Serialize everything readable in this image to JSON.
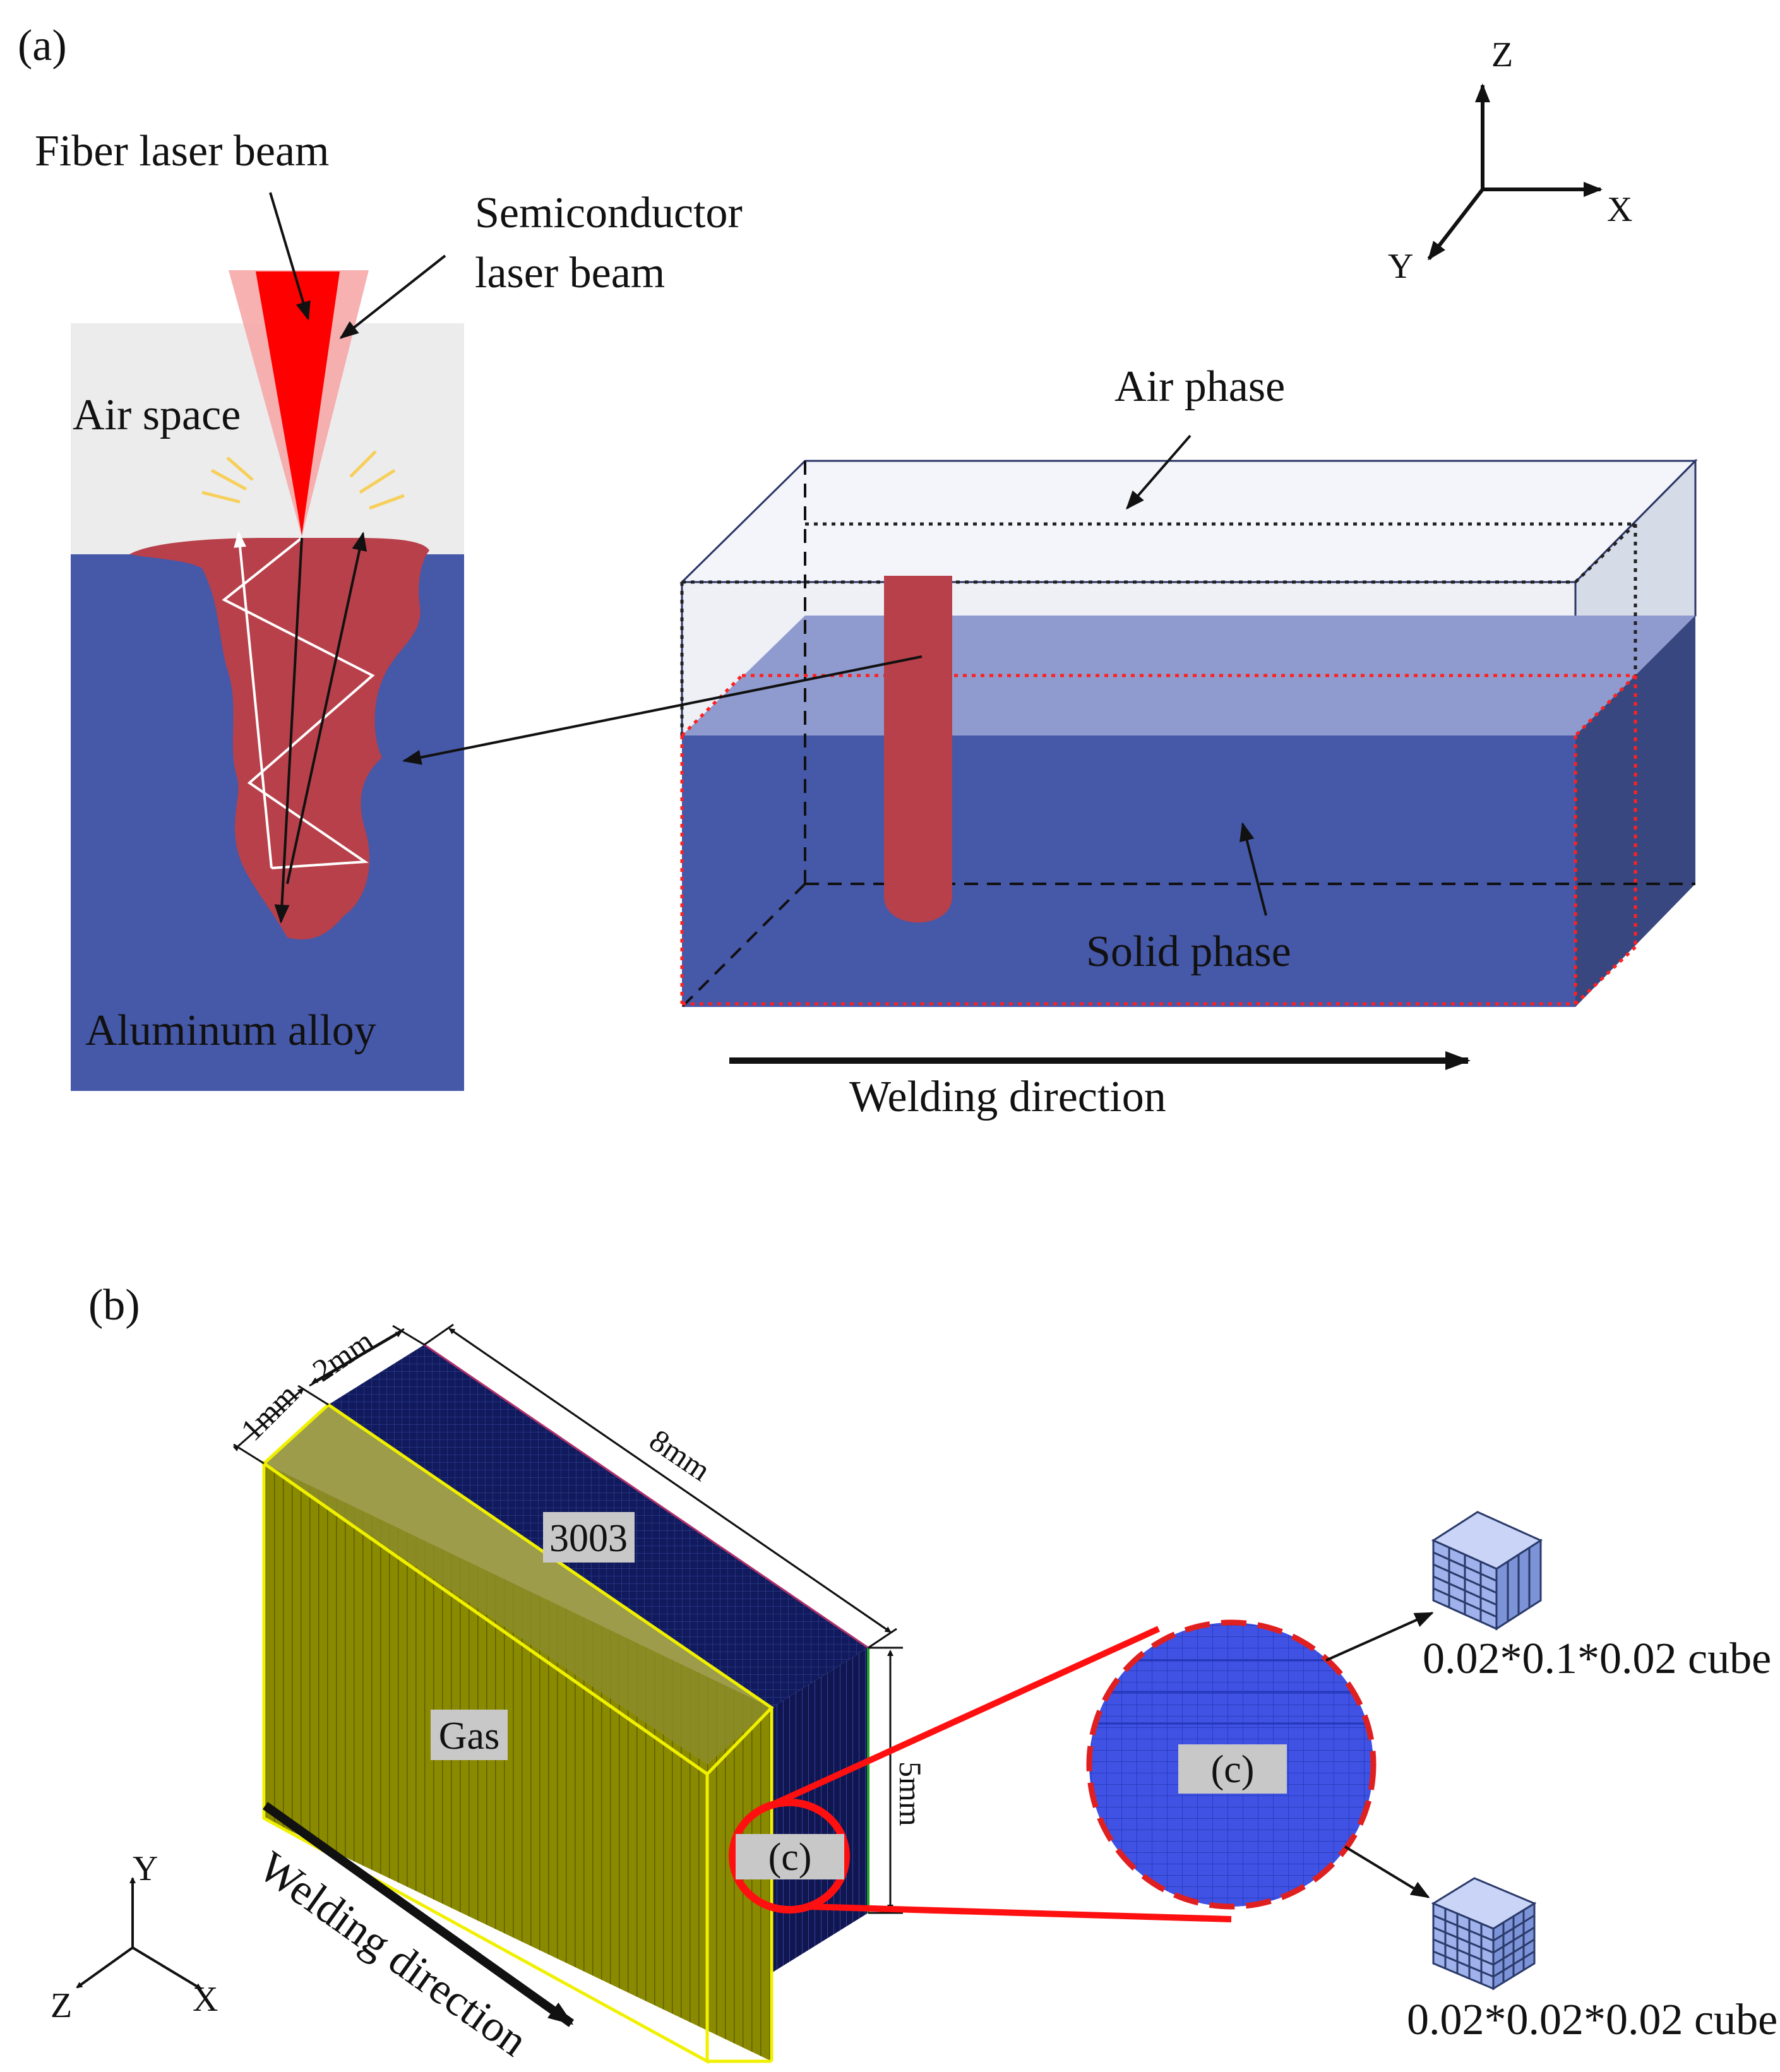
{
  "panel_a": {
    "panel_label": "(a)",
    "fiber_laser": "Fiber laser beam",
    "semiconductor_line1": "Semiconductor",
    "semiconductor_line2": "laser beam",
    "air_space": "Air space",
    "aluminum_alloy": "Aluminum alloy",
    "air_phase": "Air phase",
    "solid_phase": "Solid phase",
    "welding_direction": "Welding direction",
    "axes": {
      "z": "Z",
      "x": "X",
      "y": "Y"
    }
  },
  "panel_b": {
    "panel_label": "(b)",
    "dim_1mm": "1mm",
    "dim_2mm": "2mm",
    "dim_8mm": "8mm",
    "dim_5mm": "5mm",
    "label_3003": "3003",
    "label_gas": "Gas",
    "zoom_label": "(c)",
    "welding_direction": "Welding direction",
    "cube_top": "0.02*0.1*0.02 cube",
    "cube_bottom": "0.02*0.02*0.02 cube",
    "axes": {
      "y": "Y",
      "z": "Z",
      "x": "X"
    }
  },
  "colors": {
    "alloy_blue": "#4658a8",
    "melt_red": "#b8404a",
    "laser_red": "#ff0000",
    "laser_pink": "#f6a8a8",
    "gas_yellow": "#8a8a00",
    "mesh_navy": "#101a5e",
    "zoom_blue": "#3f52e4"
  }
}
